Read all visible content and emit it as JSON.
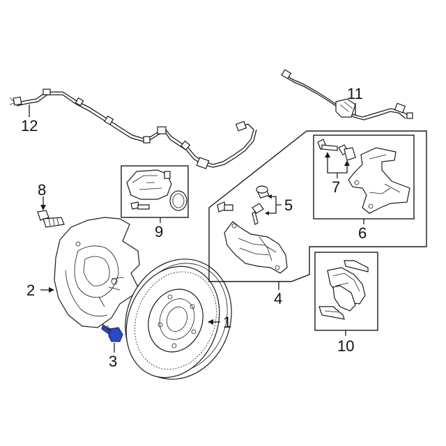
{
  "diagram": {
    "colors": {
      "line": "#1a1a1a",
      "highlight": "#2a49c8",
      "background": "#ffffff"
    },
    "callouts": [
      {
        "id": "1",
        "label": "1"
      },
      {
        "id": "2",
        "label": "2"
      },
      {
        "id": "3",
        "label": "3"
      },
      {
        "id": "4",
        "label": "4"
      },
      {
        "id": "5",
        "label": "5"
      },
      {
        "id": "6",
        "label": "6"
      },
      {
        "id": "7",
        "label": "7"
      },
      {
        "id": "8",
        "label": "8"
      },
      {
        "id": "9",
        "label": "9"
      },
      {
        "id": "10",
        "label": "10"
      },
      {
        "id": "11",
        "label": "11"
      },
      {
        "id": "12",
        "label": "12"
      }
    ],
    "highlighted_part": "3"
  }
}
